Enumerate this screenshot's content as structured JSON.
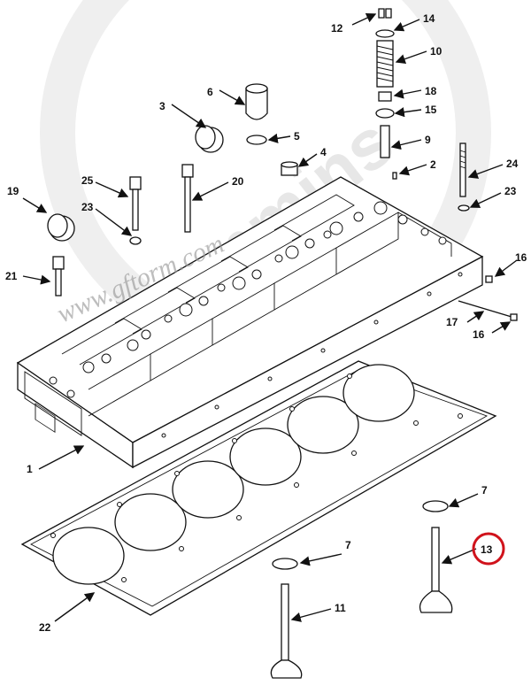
{
  "watermark": {
    "brand": "Cummins",
    "site": "www.gftorm.com"
  },
  "highlight_color": "#d0121b",
  "callouts": [
    {
      "id": "c12",
      "text": "12"
    },
    {
      "id": "c14",
      "text": "14"
    },
    {
      "id": "c10",
      "text": "10"
    },
    {
      "id": "c6",
      "text": "6"
    },
    {
      "id": "c18",
      "text": "18"
    },
    {
      "id": "c15",
      "text": "15"
    },
    {
      "id": "c3",
      "text": "3"
    },
    {
      "id": "c5",
      "text": "5"
    },
    {
      "id": "c9",
      "text": "9"
    },
    {
      "id": "c4",
      "text": "4"
    },
    {
      "id": "c2",
      "text": "2"
    },
    {
      "id": "c24",
      "text": "24"
    },
    {
      "id": "c25",
      "text": "25"
    },
    {
      "id": "c20",
      "text": "20"
    },
    {
      "id": "c19",
      "text": "19"
    },
    {
      "id": "c23a",
      "text": "23"
    },
    {
      "id": "c23b",
      "text": "23"
    },
    {
      "id": "c21",
      "text": "21"
    },
    {
      "id": "c16a",
      "text": "16"
    },
    {
      "id": "c17",
      "text": "17"
    },
    {
      "id": "c16b",
      "text": "16"
    },
    {
      "id": "c1",
      "text": "1"
    },
    {
      "id": "c7a",
      "text": "7"
    },
    {
      "id": "c13",
      "text": "13",
      "highlighted": true
    },
    {
      "id": "c7b",
      "text": "7"
    },
    {
      "id": "c11",
      "text": "11"
    },
    {
      "id": "c22",
      "text": "22"
    }
  ]
}
